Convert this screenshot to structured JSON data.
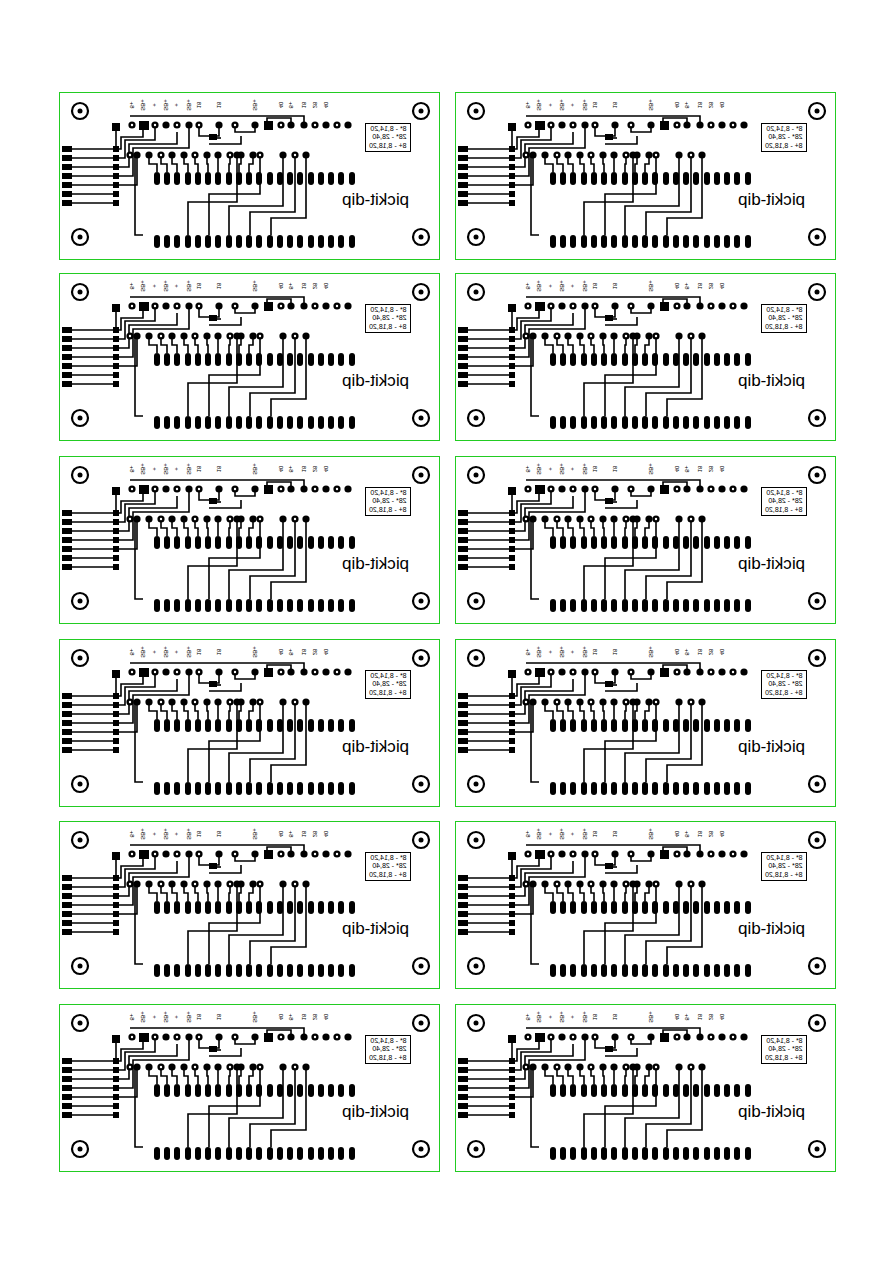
{
  "diagram": {
    "nodes": [
      {
        "text": [
          "pickit-dip"
        ]
      },
      {
        "text": [
          "8* - 8,14,20",
          "28* - 28,40",
          "8+ - 8,18,20"
        ],
        "in": 0
      },
      {
        "text": [
          "pickit-dip"
        ]
      },
      {
        "text": [
          "8* - 8,14,20",
          "28* - 28,40",
          "8+ - 8,18,20"
        ],
        "in": 2
      },
      {
        "text": [
          "pickit-dip"
        ]
      },
      {
        "text": [
          "8* - 8,14,20",
          "28* - 28,40",
          "8+ - 8,18,20"
        ],
        "in": 4
      },
      {
        "text": [
          "pickit-dip"
        ]
      },
      {
        "text": [
          "8* - 8,14,20",
          "28* - 28,40",
          "8+ - 8,18,20"
        ],
        "in": 6
      },
      {
        "text": [
          "pickit-dip"
        ]
      },
      {
        "text": [
          "8* - 8,14,20",
          "28* - 28,40",
          "8+ - 8,18,20"
        ],
        "in": 8
      },
      {
        "text": [
          "pickit-dip"
        ]
      },
      {
        "text": [
          "8* - 8,14,20",
          "28* - 28,40",
          "8+ - 8,18,20"
        ],
        "in": 10
      },
      {
        "text": [
          "pickit-dip"
        ]
      },
      {
        "text": [
          "8* - 8,14,20",
          "28* - 28,40",
          "8+ - 8,18,20"
        ],
        "in": 12
      },
      {
        "text": [
          "pickit-dip"
        ]
      },
      {
        "text": [
          "8* - 8,14,20",
          "28* - 28,40",
          "8+ - 8,18,20"
        ],
        "in": 14
      },
      {
        "text": [
          "pickit-dip"
        ]
      },
      {
        "text": [
          "8* - 8,14,20",
          "28* - 28,40",
          "8+ - 8,18,20"
        ],
        "in": 16
      },
      {
        "text": [
          "pickit-dip"
        ]
      },
      {
        "text": [
          "8* - 8,14,20",
          "28* - 28,40",
          "8+ - 8,18,20"
        ],
        "in": 18
      },
      {
        "text": [
          "pickit-dip"
        ]
      },
      {
        "text": [
          "8* - 8,14,20",
          "28* - 28,40",
          "8+ - 8,18,20"
        ],
        "in": 20
      },
      {
        "text": [
          "pickit-dip"
        ]
      },
      {
        "text": [
          "8* - 8,14,20",
          "28* - 28,40",
          "8+ - 8,18,20"
        ],
        "in": 22
      }
    ],
    "labels": [
      "8+",
      "SB+",
      "+",
      "SB+",
      "+",
      "SB+",
      "18",
      "18",
      "SB+",
      "40",
      "8+",
      "18",
      "28",
      "40",
      "8+",
      "SB+",
      "+",
      "SB+",
      "+",
      "SB+",
      "18",
      "18",
      "SB+",
      "40",
      "8+",
      "18",
      "28",
      "40",
      "8+",
      "SB+",
      "+",
      "SB+",
      "+",
      "SB+",
      "18",
      "18",
      "SB+",
      "40",
      "8+",
      "18",
      "28",
      "40",
      "8+",
      "SB+",
      "+",
      "SB+",
      "+",
      "SB+",
      "18",
      "18",
      "SB+",
      "40",
      "8+",
      "18",
      "28",
      "40",
      "8+",
      "SB+",
      "+",
      "SB+",
      "+",
      "SB+",
      "18",
      "18",
      "SB+",
      "40",
      "8+",
      "18",
      "28",
      "40",
      "8+",
      "SB+",
      "+",
      "SB+",
      "+",
      "SB+",
      "18",
      "18",
      "SB+",
      "40",
      "8+",
      "18",
      "28",
      "40",
      "8+",
      "SB+",
      "+",
      "SB+",
      "+",
      "SB+",
      "18",
      "18",
      "SB+",
      "40",
      "8+",
      "18",
      "28",
      "40",
      "8+",
      "SB+",
      "+",
      "SB+",
      "+",
      "SB+",
      "18",
      "18",
      "SB+",
      "40",
      "8+",
      "18",
      "28",
      "40",
      "8+",
      "SB+",
      "+",
      "SB+",
      "+",
      "SB+",
      "18",
      "18",
      "SB+",
      "40",
      "8+",
      "18",
      "28",
      "40",
      "8+",
      "SB+",
      "+",
      "SB+",
      "+",
      "SB+",
      "18",
      "18",
      "SB+",
      "40",
      "8+",
      "18",
      "28",
      "40",
      "8+",
      "SB+",
      "+",
      "SB+",
      "+",
      "SB+",
      "18",
      "18",
      "SB+",
      "40",
      "8+",
      "18",
      "28",
      "40",
      "8+",
      "SB+",
      "+",
      "SB+",
      "+",
      "SB+",
      "18",
      "18",
      "SB+",
      "40",
      "8+",
      "18",
      "28",
      "40"
    ]
  }
}
